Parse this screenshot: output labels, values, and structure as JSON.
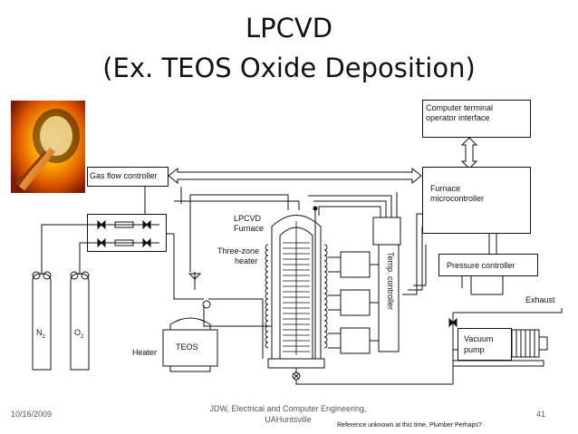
{
  "slide": {
    "title_line1": "LPCVD",
    "title_line2": "(Ex. TEOS Oxide Deposition)",
    "footer_date": "10/16/2009",
    "footer_center_line1": "JDW, Electrical and Computer Engineering,",
    "footer_center_line2": "UAHuntsville",
    "footer_page": "41",
    "footer_note": "Reference unknown at this time, Plumber Perhaps?"
  },
  "diagram": {
    "computer_terminal_line1": "Computer terminal",
    "computer_terminal_line2": "operator interface",
    "gas_flow_controller": "Gas flow controller",
    "furnace_micro_line1": "Furnace",
    "furnace_micro_line2": "microcontroller",
    "lpcvd_furnace_line1": "LPCVD",
    "lpcvd_furnace_line2": "Furnace",
    "three_zone_line1": "Three-zone",
    "three_zone_line2": "heater",
    "temp_controller": "Temp. controller",
    "pressure_controller": "Pressure controller",
    "exhaust": "Exhaust",
    "vacuum_pump_line1": "Vacuum",
    "vacuum_pump_line2": "pump",
    "n2": "N",
    "n2_sub": "2",
    "o2": "O",
    "o2_sub": "2",
    "heater": "Heater",
    "teos": "TEOS"
  }
}
